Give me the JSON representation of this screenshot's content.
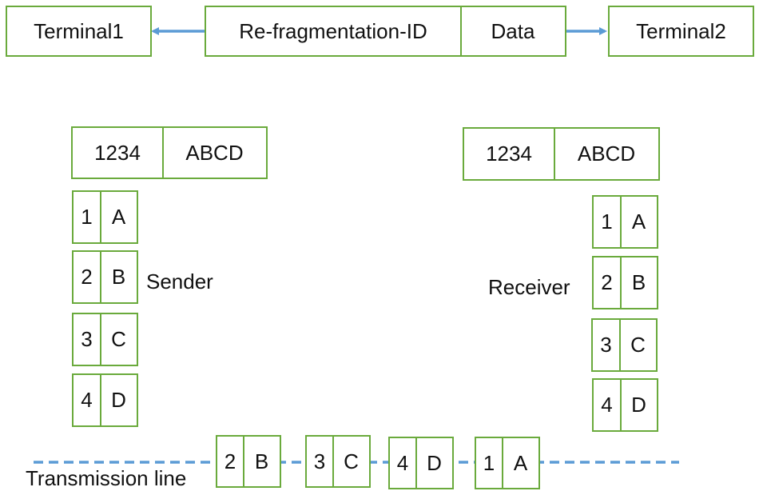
{
  "header": {
    "terminal1": "Terminal1",
    "refrag_id": "Re-fragmentation-ID",
    "data": "Data",
    "terminal2": "Terminal2"
  },
  "sender": {
    "label": "Sender",
    "packet": {
      "id": "1234",
      "data": "ABCD"
    },
    "fragments": [
      {
        "num": "1",
        "letter": "A"
      },
      {
        "num": "2",
        "letter": "B"
      },
      {
        "num": "3",
        "letter": "C"
      },
      {
        "num": "4",
        "letter": "D"
      }
    ]
  },
  "receiver": {
    "label": "Receiver",
    "packet": {
      "id": "1234",
      "data": "ABCD"
    },
    "fragments": [
      {
        "num": "1",
        "letter": "A"
      },
      {
        "num": "2",
        "letter": "B"
      },
      {
        "num": "3",
        "letter": "C"
      },
      {
        "num": "4",
        "letter": "D"
      }
    ]
  },
  "transmission": {
    "label": "Transmission line",
    "fragments": [
      {
        "num": "2",
        "letter": "B"
      },
      {
        "num": "3",
        "letter": "C"
      },
      {
        "num": "4",
        "letter": "D"
      },
      {
        "num": "1",
        "letter": "A"
      }
    ]
  },
  "colors": {
    "box_border": "#6aaa3c",
    "arrow": "#5b9bd5",
    "line": "#5b9bd5"
  }
}
